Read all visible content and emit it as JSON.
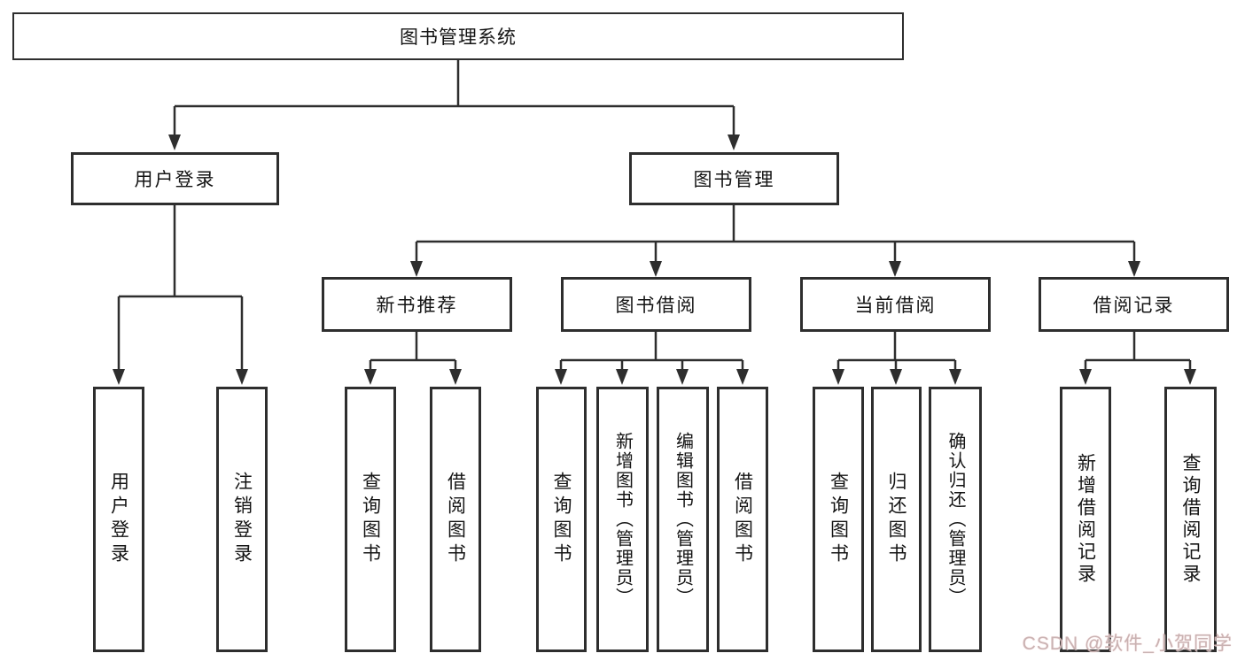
{
  "diagram": {
    "colors": {
      "line": "#2e2e2e",
      "box_border": "#2e2e2e",
      "background": "#ffffff",
      "watermark": "#c9b3b3"
    },
    "tree": {
      "label": "图书管理系统",
      "children": [
        {
          "label": "用户登录",
          "children": [
            {
              "label": "用户登录"
            },
            {
              "label": "注销登录"
            }
          ]
        },
        {
          "label": "图书管理",
          "children": [
            {
              "label": "新书推荐",
              "children": [
                {
                  "label": "查询图书"
                },
                {
                  "label": "借阅图书"
                }
              ]
            },
            {
              "label": "图书借阅",
              "children": [
                {
                  "label": "查询图书"
                },
                {
                  "label": "新增图书（管理员）"
                },
                {
                  "label": "编辑图书（管理员）"
                },
                {
                  "label": "借阅图书"
                }
              ]
            },
            {
              "label": "当前借阅",
              "children": [
                {
                  "label": "查询图书"
                },
                {
                  "label": "归还图书"
                },
                {
                  "label": "确认归还（管理员）"
                }
              ]
            },
            {
              "label": "借阅记录",
              "children": [
                {
                  "label": "新增借阅记录"
                },
                {
                  "label": "查询借阅记录"
                }
              ]
            }
          ]
        }
      ]
    },
    "watermark": {
      "text": "CSDN @软件_小贺同学"
    }
  }
}
